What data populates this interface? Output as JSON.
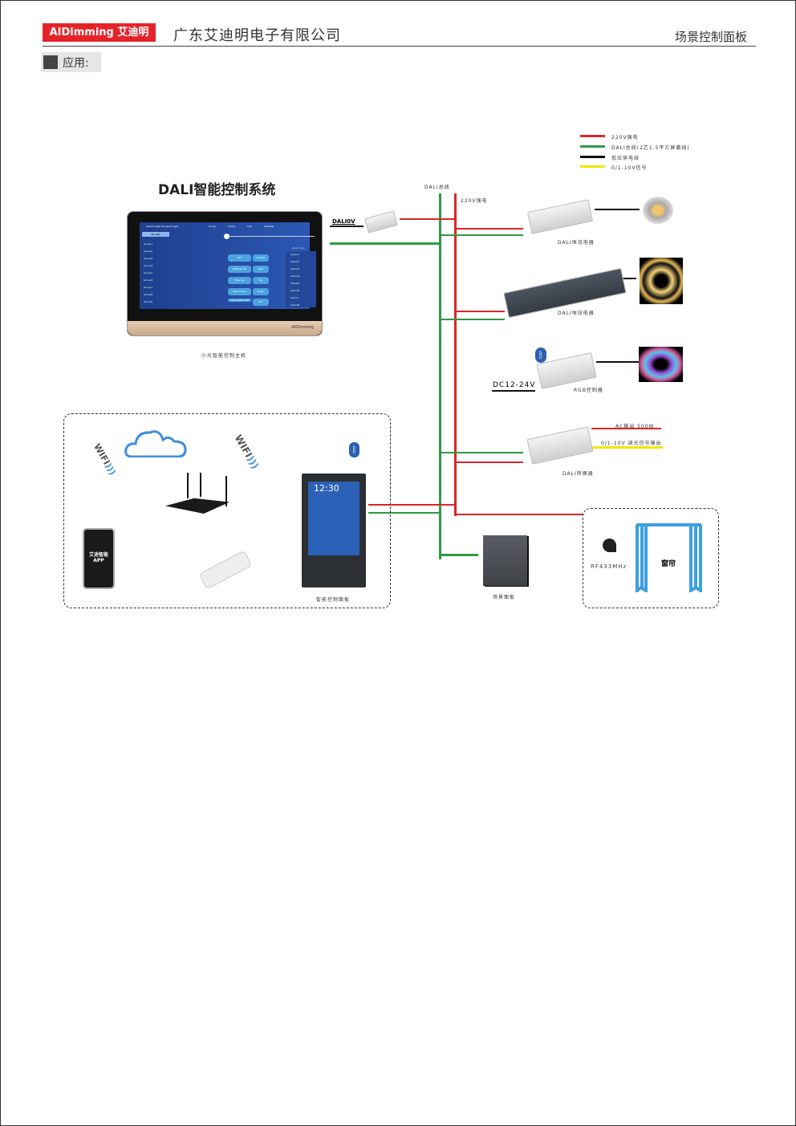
{
  "header": {
    "logo": "AIDimming 艾迪明",
    "company": "广东艾迪明电子有限公司",
    "doc_title": "场景控制面板",
    "section": "应用:"
  },
  "legend": [
    {
      "label": "220V强电",
      "color": "#d8282a"
    },
    {
      "label": "DALI总线(2芯1.5平方屏蔽线)",
      "color": "#2e9a44"
    },
    {
      "label": "低压供电线",
      "color": "#111111"
    },
    {
      "label": "0/1-10V信号",
      "color": "#f2e600"
    }
  ],
  "diagram": {
    "title": "DALI智能控制系统",
    "bus_label": "DALI总线",
    "power_label": "220V强电",
    "dali0v": "DALI0V",
    "host_caption": "小光智能控制主机",
    "tablet": {
      "header": "Select Light Group/All light",
      "all": "All light",
      "tabs": [
        "Group",
        "Scene",
        "Info",
        "Settings"
      ],
      "groups": [
        "Group1",
        "Group2",
        "Group3",
        "Group4",
        "Group5",
        "Group6",
        "Group7",
        "Group8",
        "Group9"
      ],
      "buttons": [
        "OFF",
        "Enable",
        "Off/Step Up",
        "Max",
        "Step Up",
        "Up",
        "Step Down",
        "Down",
        "Step Down/OFF",
        "Min"
      ],
      "recall": "Recall scene",
      "scenes": [
        "Scene1",
        "Scene2",
        "Scene3",
        "Scene4",
        "Scene5",
        "Scene6",
        "Scene7",
        "Scene8"
      ],
      "brand": "AIDimming"
    },
    "cc_driver": "DALI恒流电器",
    "cv_driver": "DALI恒压电器",
    "rgb": "RGB控制器",
    "dc": "DC12-24V",
    "converter": "DALI转换器",
    "ac_out": "AC输出 500W",
    "dim_out": "0/1-10V 调光信号输出",
    "wifi": "WIFI",
    "phone_app": "艾迪智能 APP",
    "panel": {
      "time": "12:30",
      "caption": "智能控制面板"
    },
    "scene_panel": "场景面板",
    "rf": "RF433MHz",
    "curtain": "窗帘"
  }
}
